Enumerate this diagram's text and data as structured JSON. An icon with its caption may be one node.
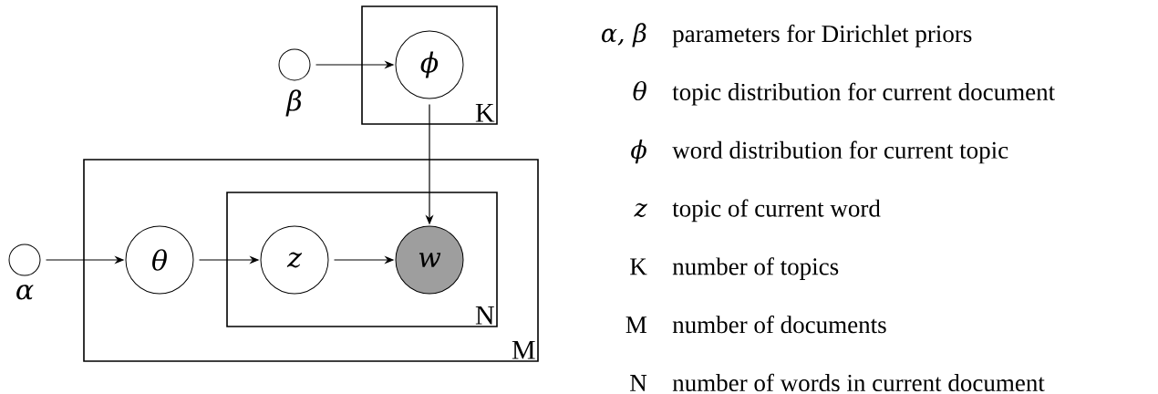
{
  "diagram": {
    "nodes": [
      {
        "text": [],
        "shape": "circle",
        "beside": [
          "β"
        ]
      },
      {
        "text": [
          "K"
        ]
      },
      {
        "text": [
          "ϕ"
        ],
        "in": 1
      },
      {
        "text": [],
        "shape": "circle",
        "beside": [
          "α"
        ]
      },
      {
        "text": [
          "M"
        ]
      },
      {
        "text": [
          "θ"
        ],
        "in": 4
      },
      {
        "text": [
          "N"
        ],
        "in": 4
      },
      {
        "text": [
          "z"
        ],
        "in": 6
      },
      {
        "text": [
          "w"
        ],
        "in": 6
      }
    ],
    "edges": [
      {
        "from": 0,
        "to": 2,
        "arrow": "to"
      },
      {
        "from": 2,
        "to": 8,
        "arrow": "to"
      },
      {
        "from": 3,
        "to": 5,
        "arrow": "to"
      },
      {
        "from": 5,
        "to": 7,
        "arrow": "to"
      },
      {
        "from": 7,
        "to": 8,
        "arrow": "to"
      }
    ],
    "labels": [
      "α, β",
      "parameters for Dirichlet priors",
      "θ",
      "topic distribution for current document",
      "ϕ",
      "word distribution for current topic",
      "z",
      "topic of current word",
      "K",
      "number of topics",
      "M",
      "number of documents",
      "N",
      "number of words in current document"
    ]
  }
}
